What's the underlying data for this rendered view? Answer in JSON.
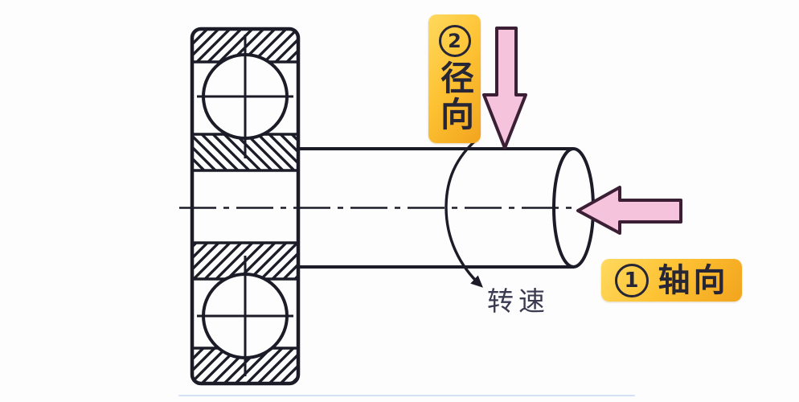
{
  "labels": {
    "radial": {
      "number": "2",
      "text": "径向"
    },
    "axial": {
      "number": "1",
      "text": "轴向"
    },
    "rotation": {
      "text": "转速"
    }
  },
  "colors": {
    "line": "#1c1c28",
    "pink_fill": "#f6c3dc",
    "pink_stroke": "#3a1f35",
    "label_bg_light": "#ffd95e",
    "label_bg_dark": "#f2a41e",
    "label_text": "#262636",
    "rotation_text": "#3a3a50",
    "background": "#fdfdfd"
  }
}
